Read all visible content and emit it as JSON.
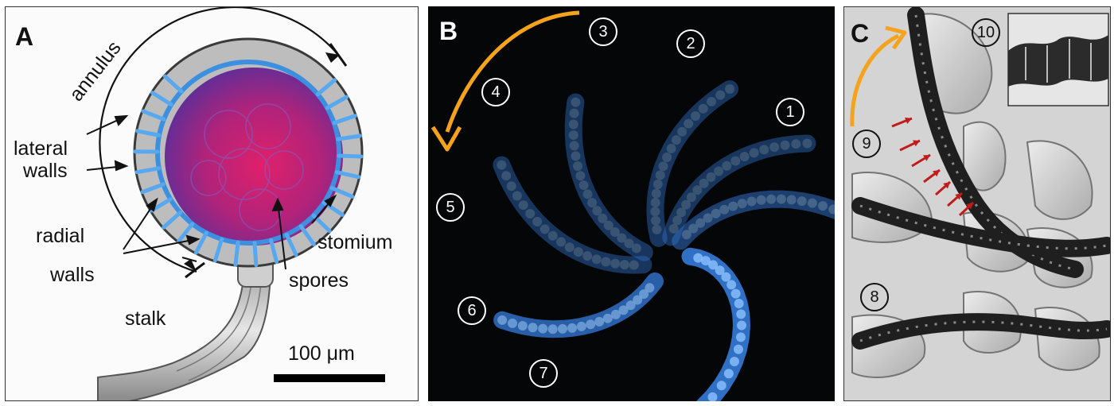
{
  "panels": {
    "a": {
      "letter": "A",
      "labels": {
        "annulus": "annulus",
        "lateral_walls_1": "lateral",
        "lateral_walls_2": "walls",
        "radial_walls_1": "radial",
        "radial_walls_2": "walls",
        "stomium": "stomium",
        "spores": "spores",
        "stalk": "stalk"
      },
      "scale_bar": "100 μm"
    },
    "b": {
      "letter": "B",
      "frames": [
        "1",
        "2",
        "3",
        "4",
        "5",
        "6",
        "7"
      ]
    },
    "c": {
      "letter": "C",
      "frames": [
        "8",
        "9",
        "10"
      ]
    }
  },
  "colors": {
    "accent_arrow": "#f5a21c",
    "fluorescent_walls": "#3d8fe0",
    "spores": "#c8246e",
    "red_arrows": "#c21b1b",
    "panel_b_bg": "#050608",
    "panel_c_bg": "#d4d4d4"
  }
}
